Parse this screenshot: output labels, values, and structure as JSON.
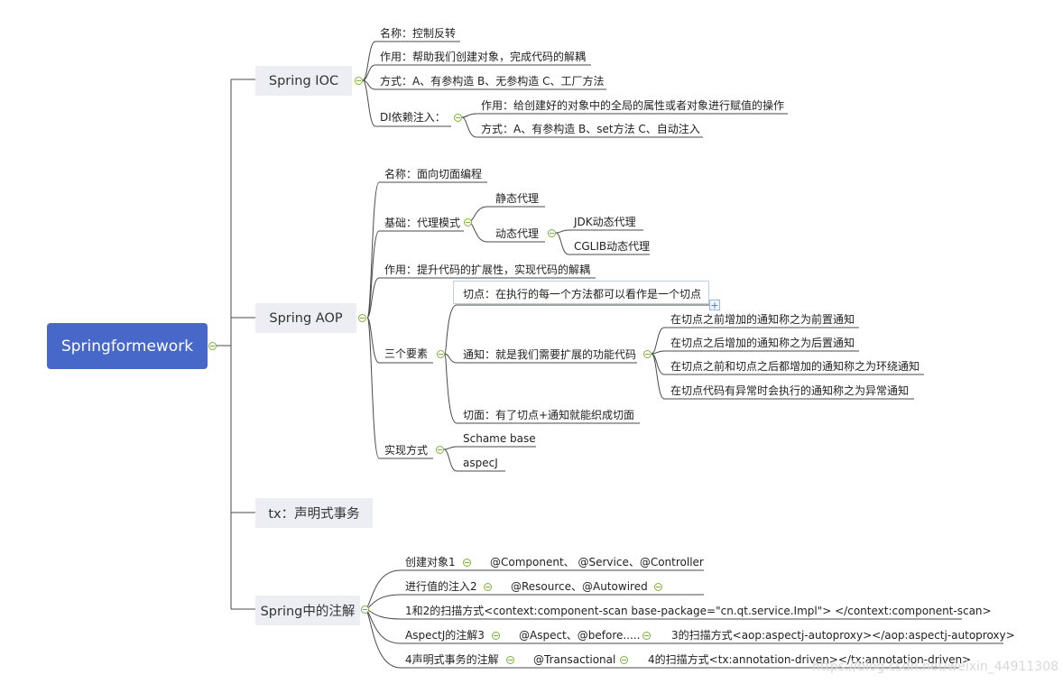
{
  "root": "Springformework",
  "ioc": {
    "title": "Spring IOC",
    "name": "名称：控制反转",
    "use": "作用：帮助我们创建对象，完成代码的解耦",
    "way": "方式：A、有参构造 B、无参构造 C、工厂方法",
    "di": {
      "title": "DI依赖注入：",
      "use": "作用：给创建好的对象中的全局的属性或者对象进行赋值的操作",
      "way": "方式：A、有参构造 B、set方法 C、自动注入"
    }
  },
  "aop": {
    "title": "Spring AOP",
    "name": "名称：面向切面编程",
    "basis": {
      "title": "基础：代理模式",
      "static": "静态代理",
      "dynamic": "动态代理",
      "jdk": "JDK动态代理",
      "cglib": "CGLIB动态代理"
    },
    "use": "作用：提升代码的扩展性，实现代码的解耦",
    "elements": {
      "title": "三个要素",
      "pointcut": "切点：在执行的每一个方法都可以看作是一个切点",
      "advice": "通知：就是我们需要扩展的功能代码",
      "before": "在切点之前增加的通知称之为前置通知",
      "after": "在切点之后增加的通知称之为后置通知",
      "around": "在切点之前和切点之后都增加的通知称之为环绕通知",
      "throwing": "在切点代码有异常时会执行的通知称之为异常通知",
      "aspect": "切面：有了切点+通知就能织成切面"
    },
    "impl": {
      "title": "实现方式",
      "schema": "Schame base",
      "aspectj": "aspecJ"
    }
  },
  "tx": {
    "title": "tx：声明式事务"
  },
  "anno": {
    "title": "Spring中的注解",
    "r1_a": "创建对象1",
    "r1_b": "@Component、 @Service、@Controller",
    "r2_a": "进行值的注入2",
    "r2_b": "@Resource、@Autowired",
    "r3": "1和2的扫描方式<context:component-scan base-package=\"cn.qt.service.Impl\"> </context:component-scan>",
    "r4_a": "AspectJ的注解3",
    "r4_b": "@Aspect、@before.....",
    "r4_c": "3的扫描方式<aop:aspectj-autoproxy></aop:aspectj-autoproxy>",
    "r5_a": "4声明式事务的注解",
    "r5_b": "@Transactional",
    "r5_c": "4的扫描方式<tx:annotation-driven></tx:annotation-driven>"
  },
  "watermark": "https://blog.csdn.net/weixin_44911308",
  "colors": {
    "root_bg": "#4768c8",
    "main_bg": "#eceef4",
    "line": "#4a4a4a",
    "toggle": "#7bb33a"
  }
}
